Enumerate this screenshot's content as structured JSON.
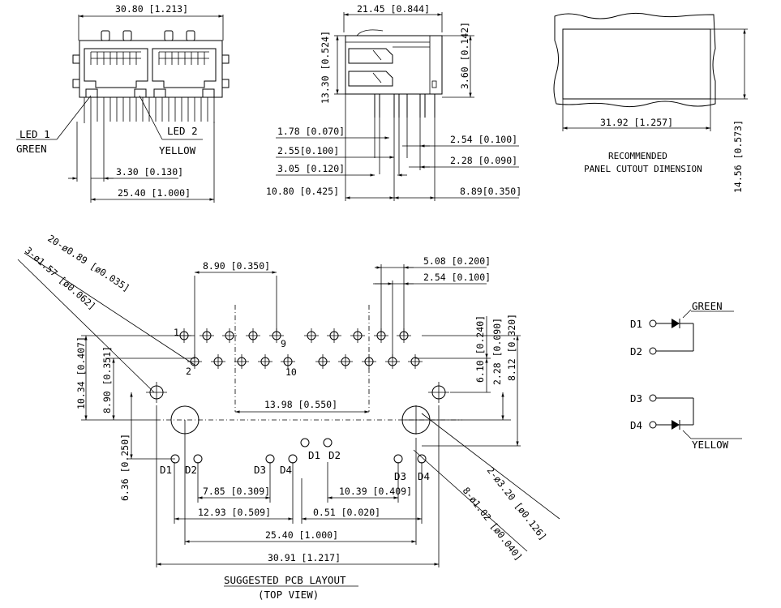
{
  "front_view": {
    "width": "30.80 [1.213]",
    "led1": "LED 1",
    "led1_color": "GREEN",
    "led2": "LED 2",
    "led2_color": "YELLOW",
    "pin_offset": "3.30 [0.130]",
    "pin_span": "25.40 [1.000]"
  },
  "side_view": {
    "depth": "21.45 [0.844]",
    "height": "13.30 [0.524]",
    "upper_height": "3.60 [0.142]",
    "d1": "1.78 [0.070]",
    "d2": "2.55[0.100]",
    "d3": "3.05 [0.120]",
    "d4": "10.80 [0.425]",
    "d5": "2.54 [0.100]",
    "d6": "2.28 [0.090]",
    "d7": "8.89[0.350]"
  },
  "panel_cutout": {
    "width": "31.92 [1.257]",
    "height": "14.56 [0.573]",
    "caption_line1": "RECOMMENDED",
    "caption_line2": "PANEL CUTOUT DIMENSION"
  },
  "pcb_layout": {
    "holes_small": "20-ø0.89 [ø0.035]",
    "holes_mid": "3-ø1.57 [ø0.062]",
    "holes_large": "2-ø3.20 [ø0.126]",
    "holes_led": "8-ø1.02 [ø0.040]",
    "pitch_top": "8.90 [0.350]",
    "spacing_a": "5.08 [0.200]",
    "spacing_b": "2.54 [0.100]",
    "row_span": "13.98 [0.550]",
    "vert_total": "10.34 [0.407]",
    "vert_b": "8.90 [0.351]",
    "vert_c": "6.36 [0.250]",
    "right_a": "6.10 [0.240]",
    "right_b": "2.28 [0.090]",
    "right_c": "8.12 [0.320]",
    "led_a": "7.85 [0.309]",
    "led_b": "10.39 [0.409]",
    "led_c": "12.93 [0.509]",
    "led_d": "0.51 [0.020]",
    "led_span": "25.40 [1.000]",
    "overall": "30.91 [1.217]",
    "pin1": "1",
    "pin2": "2",
    "pin9": "9",
    "pin10": "10",
    "label_d1": "D1",
    "label_d2": "D2",
    "label_d3": "D3",
    "label_d4": "D4",
    "caption_line1": "SUGGESTED PCB LAYOUT",
    "caption_line2": "(TOP VIEW)"
  },
  "schematic": {
    "d1": "D1",
    "d2": "D2",
    "d3": "D3",
    "d4": "D4",
    "green": "GREEN",
    "yellow": "YELLOW"
  }
}
